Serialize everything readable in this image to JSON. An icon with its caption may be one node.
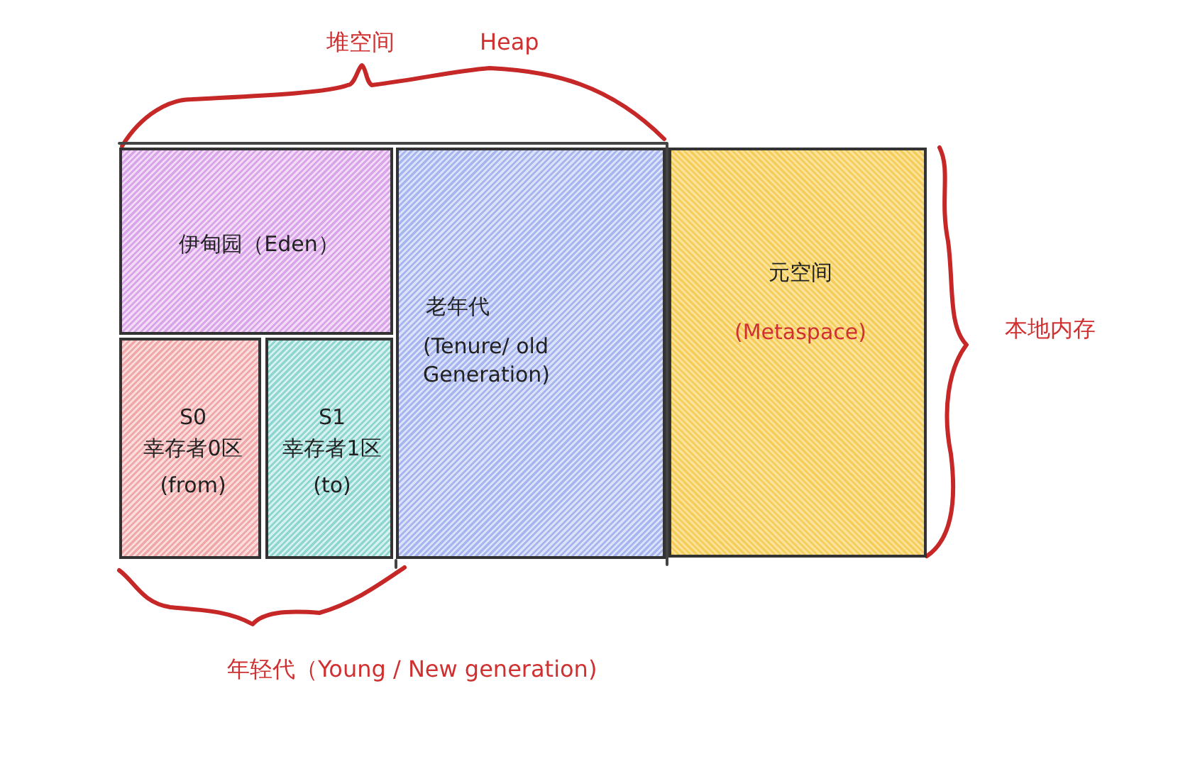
{
  "diagram": {
    "nodes": [
      {
        "text": [
          "伊甸园（Eden）"
        ]
      },
      {
        "text": [
          "S0",
          "幸存者0区",
          "(from)"
        ]
      },
      {
        "text": [
          "S1",
          "幸存者1区",
          "(to)"
        ]
      },
      {
        "text": [
          "老年代",
          "(Tenure/ old Generation)"
        ]
      },
      {
        "text": [
          "元空间",
          "(Metaspace)"
        ]
      }
    ],
    "labels": [
      "堆空间",
      "Heap",
      "本地内存",
      "年轻代（Young / New generation)"
    ]
  }
}
